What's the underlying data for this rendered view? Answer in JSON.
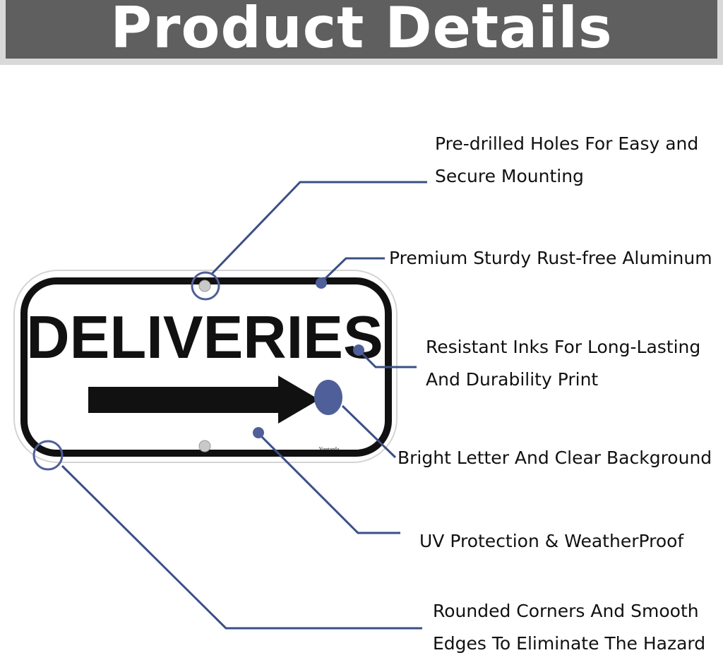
{
  "header": {
    "title": "Product Details"
  },
  "sign": {
    "word": "DELIVERIES",
    "brand": "Yuntarda",
    "colors": {
      "border": "#111111",
      "accent": "#4f5f99",
      "line": "#3c4f86"
    }
  },
  "callouts": {
    "holes": {
      "line1": "Pre-drilled Holes For Easy and",
      "line2": "Secure Mounting"
    },
    "aluminum": {
      "line1": "Premium Sturdy Rust-free Aluminum"
    },
    "inks": {
      "line1": "Resistant Inks For Long-Lasting",
      "line2": "And Durability Print"
    },
    "bright": {
      "line1": "Bright Letter And Clear Background"
    },
    "uv": {
      "line1": "UV Protection & WeatherProof"
    },
    "corners": {
      "line1": "Rounded Corners And Smooth",
      "line2": "Edges To Eliminate The Hazard"
    }
  }
}
